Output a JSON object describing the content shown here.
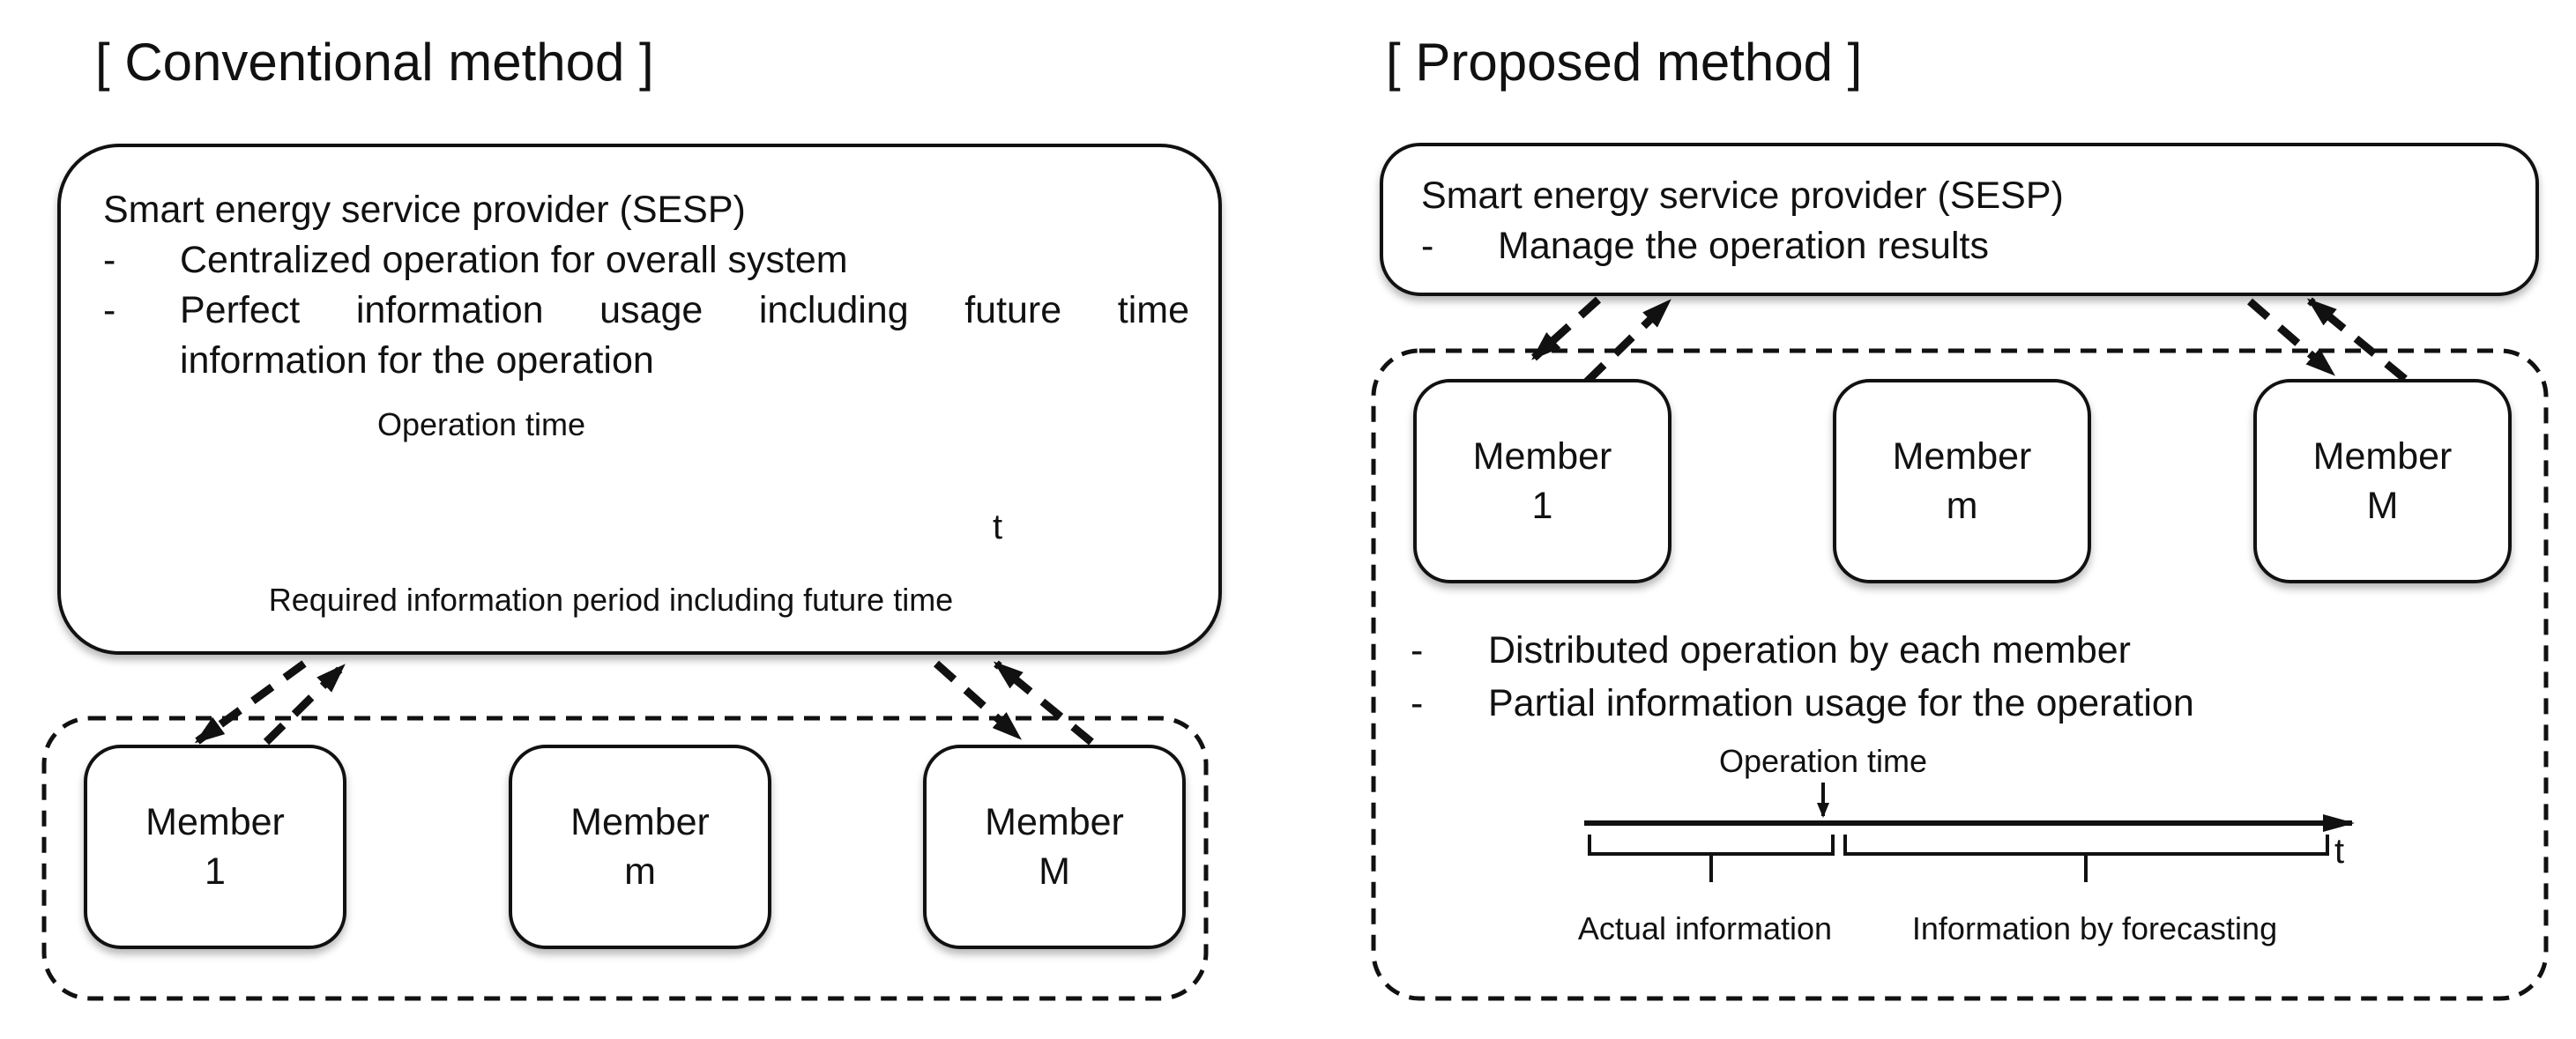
{
  "colors": {
    "ink": "#111111",
    "background": "#ffffff"
  },
  "bullet_marker": "-",
  "left_panel": {
    "title": "[ Conventional method ]",
    "sesp_box": {
      "heading": "Smart energy service provider (SESP)",
      "bullet1": "Centralized operation for overall system",
      "bullet2_line1": "Perfect information usage including future time",
      "bullet2_line2": "information for the operation"
    },
    "timeline": {
      "pointer_label": "Operation time",
      "axis_label": "t",
      "caption": "Required information period including future time"
    },
    "members": [
      {
        "word": "Member",
        "index": "1"
      },
      {
        "word": "Member",
        "index": "m"
      },
      {
        "word": "Member",
        "index": "M"
      }
    ]
  },
  "right_panel": {
    "title": "[ Proposed method ]",
    "sesp_box": {
      "heading": "Smart energy service provider (SESP)",
      "bullet1": "Manage the operation results"
    },
    "group_box": {
      "bullet1": "Distributed operation by each member",
      "bullet2": "Partial information usage for the operation",
      "timeline": {
        "pointer_label": "Operation time",
        "axis_label": "t",
        "brace1_label": "Actual information",
        "brace2_label": "Information by forecasting"
      }
    },
    "members": [
      {
        "word": "Member",
        "index": "1"
      },
      {
        "word": "Member",
        "index": "m"
      },
      {
        "word": "Member",
        "index": "M"
      }
    ]
  }
}
